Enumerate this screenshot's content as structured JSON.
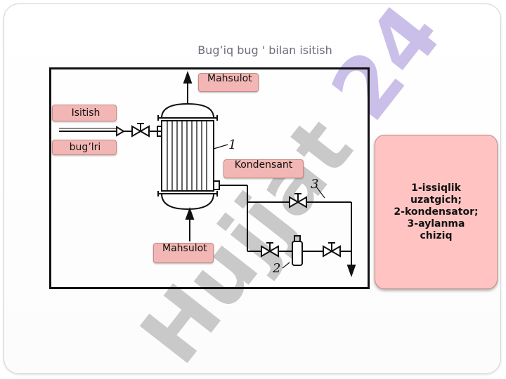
{
  "title": "Bug’iq bug ' bilan isitish",
  "labels": {
    "product_top": "Mahsulot",
    "heating_1": "Isitish",
    "heating_2": "bug’lri",
    "condensate": "Kondensant",
    "product_bottom": "Mahsulot"
  },
  "diagram_marks": {
    "m1": "1",
    "m2": "2",
    "m3": "3"
  },
  "legend": {
    "line1": "1-issiqlik",
    "line2": "uzatgich;",
    "line3": "2-kondensator;",
    "line4": "3-aylanma",
    "line5": "chiziq"
  },
  "watermark": {
    "text": "Hujjat 24",
    "color": "#c8c8c8",
    "accent": "#c7bde8"
  },
  "colors": {
    "label_fill": "#f2b7b4",
    "legend_fill": "#ffc4c2"
  }
}
